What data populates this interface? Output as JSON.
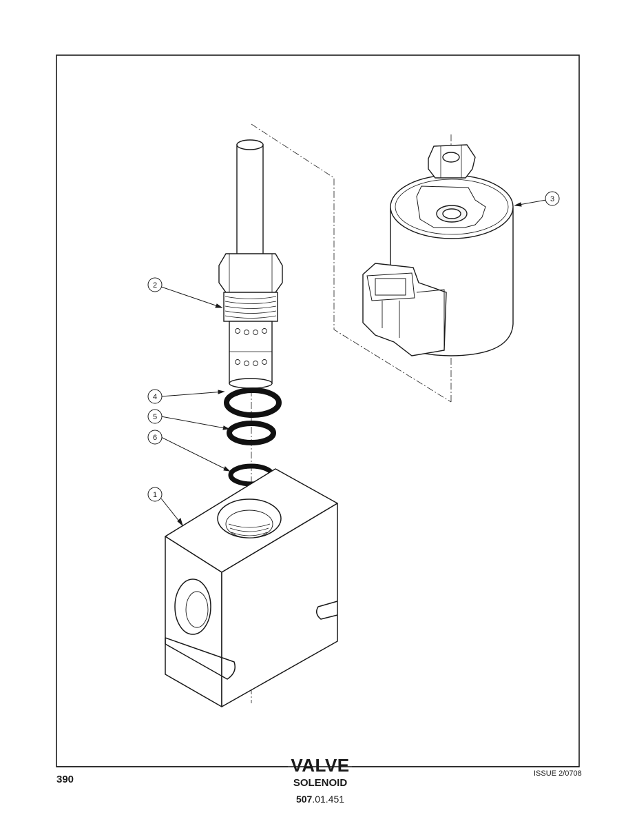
{
  "page": {
    "number": "390",
    "issue": "ISSUE 2/0708",
    "title": "VALVE",
    "subtitle": "SOLENOID",
    "part_number_bold": "507",
    "part_number_rest": ".01.451"
  },
  "callouts": [
    {
      "label": "1"
    },
    {
      "label": "2"
    },
    {
      "label": "3"
    },
    {
      "label": "4"
    },
    {
      "label": "5"
    },
    {
      "label": "6"
    }
  ]
}
